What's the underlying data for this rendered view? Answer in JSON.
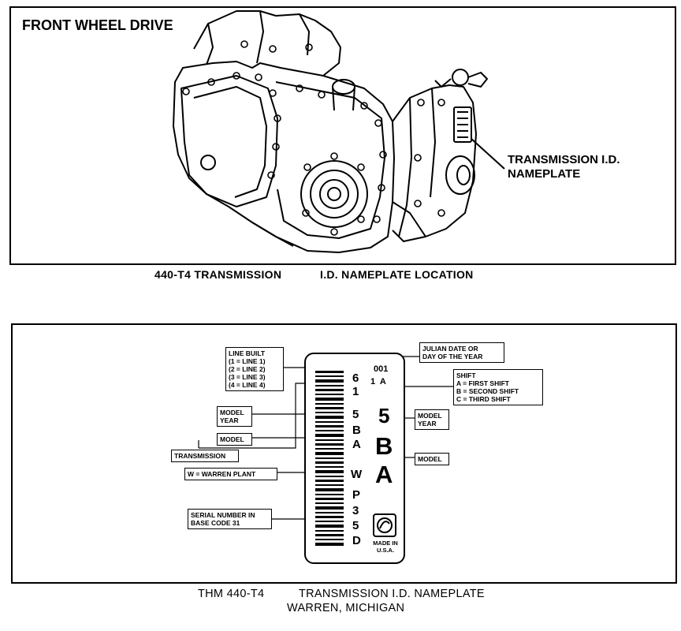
{
  "top_panel": {
    "heading": "FRONT WHEEL DRIVE",
    "callout": [
      "TRANSMISSION I.D.",
      "NAMEPLATE"
    ],
    "caption_left": "440-T4 TRANSMISSION",
    "caption_right": "I.D. NAMEPLATE LOCATION"
  },
  "bottom_panel": {
    "plate": {
      "left_chars": [
        "6",
        "1",
        "5",
        "B",
        "A",
        "W",
        "P",
        "3",
        "5",
        "D"
      ],
      "julian_code": "001",
      "shift_code": "1  A",
      "big_year": "5",
      "big_model": [
        "B",
        "A"
      ],
      "made_in": [
        "MADE IN",
        "U.S.A."
      ]
    },
    "labels": {
      "line_built": [
        "LINE BUILT",
        "(1 = LINE 1)",
        "(2 = LINE 2)",
        "(3 = LINE 3)",
        "(4 = LINE 4)"
      ],
      "model_year_left": [
        "MODEL",
        "YEAR"
      ],
      "model_left": "MODEL",
      "transmission": "TRANSMISSION",
      "warren_plant": "W = WARREN PLANT",
      "serial": [
        "SERIAL NUMBER IN",
        "BASE CODE 31"
      ],
      "julian": [
        "JULIAN DATE OR",
        "DAY OF THE YEAR"
      ],
      "shift": [
        "SHIFT",
        "A = FIRST SHIFT",
        "B = SECOND SHIFT",
        "C = THIRD SHIFT"
      ],
      "model_year_right": [
        "MODEL",
        "YEAR"
      ],
      "model_right": "MODEL"
    },
    "caption": {
      "part1": "THM 440-T4",
      "part2": "TRANSMISSION I.D. NAMEPLATE",
      "line2": "WARREN, MICHIGAN"
    }
  },
  "icons": [
    "transmission-illustration",
    "gm-logo-icon",
    "barcode"
  ]
}
